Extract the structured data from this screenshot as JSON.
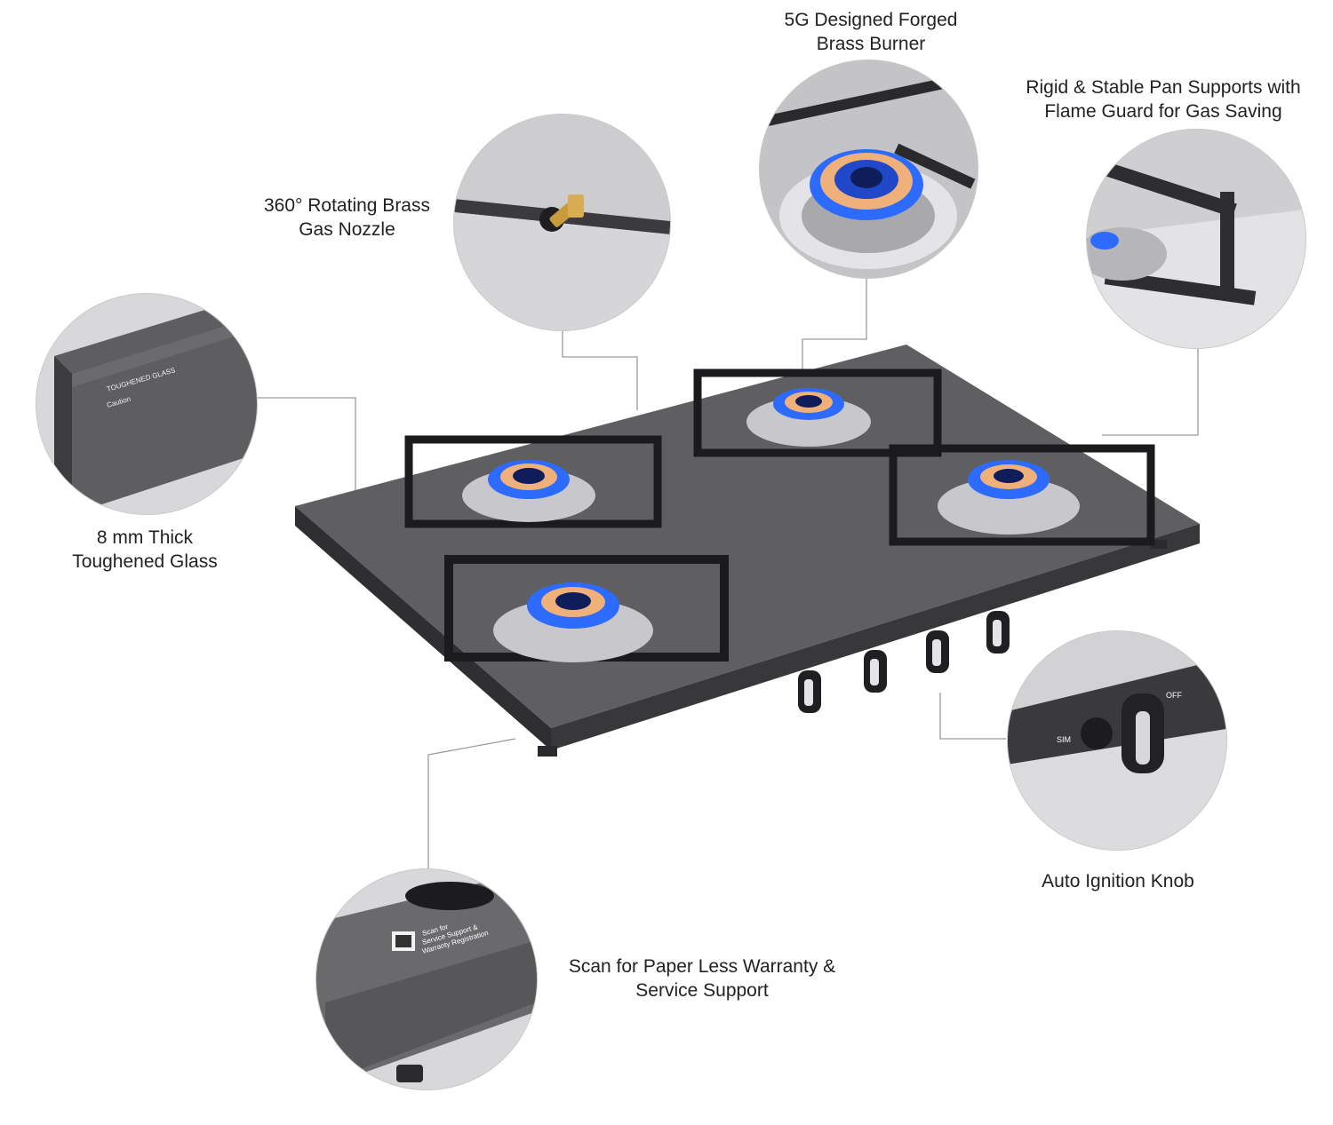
{
  "features": {
    "burner": {
      "line1": "5G Designed Forged",
      "line2": "Brass Burner"
    },
    "pan_support": {
      "line1": "Rigid & Stable Pan Supports with",
      "line2": "Flame Guard for Gas Saving"
    },
    "nozzle": {
      "line1": "360° Rotating Brass",
      "line2": "Gas Nozzle"
    },
    "glass": {
      "line1": "8 mm Thick",
      "line2": "Toughened Glass"
    },
    "knob": {
      "line1": "Auto Ignition Knob"
    },
    "warranty": {
      "line1": "Scan for Paper Less Warranty &",
      "line2": "Service Support"
    }
  },
  "glass_label": {
    "brand": "TOUGHENED GLASS",
    "caution": "Caution"
  },
  "qr_label": {
    "line1": "Scan for",
    "line2": "Service Support &",
    "line3": "Warranty Registration"
  },
  "knob_label": {
    "sim": "SIM",
    "off": "OFF"
  },
  "colors": {
    "glass_top": "#5f5f61",
    "frame": "#3a3a3c",
    "flame_blue": "#2d6bff",
    "brass_glow": "#f0b07a",
    "steel": "#c8c8cc"
  }
}
